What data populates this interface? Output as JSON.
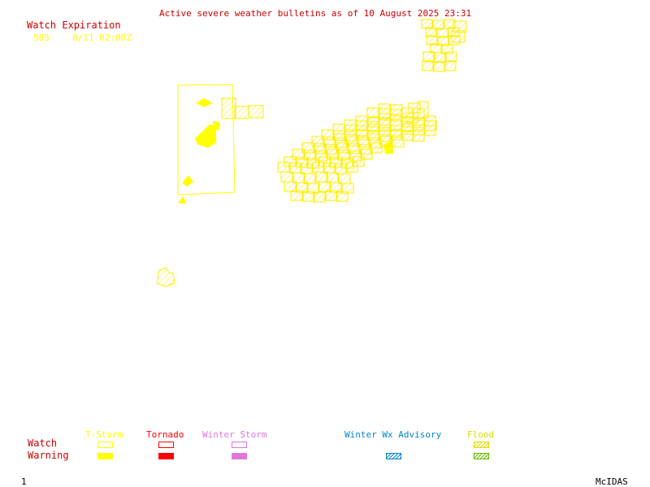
{
  "header": {
    "title": "Active severe weather bulletins as of 10 August 2025 23:31"
  },
  "watch_expiration": {
    "heading": "Watch Expiration",
    "entries": [
      {
        "number": "585",
        "expires": "8/11 02:00Z"
      }
    ]
  },
  "legend": {
    "row_labels": {
      "watch": "Watch",
      "warning": "Warning"
    },
    "columns": [
      {
        "label": "T-Storm",
        "color": "#ffff00"
      },
      {
        "label": "Tornado",
        "color": "#ff0000"
      },
      {
        "label": "Winter Storm",
        "color": "#dd77dd"
      },
      {
        "label": "Winter Wx Advisory",
        "color": "#0088cc"
      },
      {
        "label": "Flood",
        "color": "#dddd00"
      }
    ]
  },
  "footer": {
    "frame_number": "1",
    "brand": "McIDAS"
  },
  "colors": {
    "header_text": "#cc0000",
    "watch_text": "#ffff00",
    "tstorm": "#ffff00",
    "tornado": "#ff0000",
    "winter_storm": "#dd77dd",
    "winter_advisory": "#0088cc",
    "flood": "#dddd00",
    "flood_warning": "#66bb00"
  }
}
